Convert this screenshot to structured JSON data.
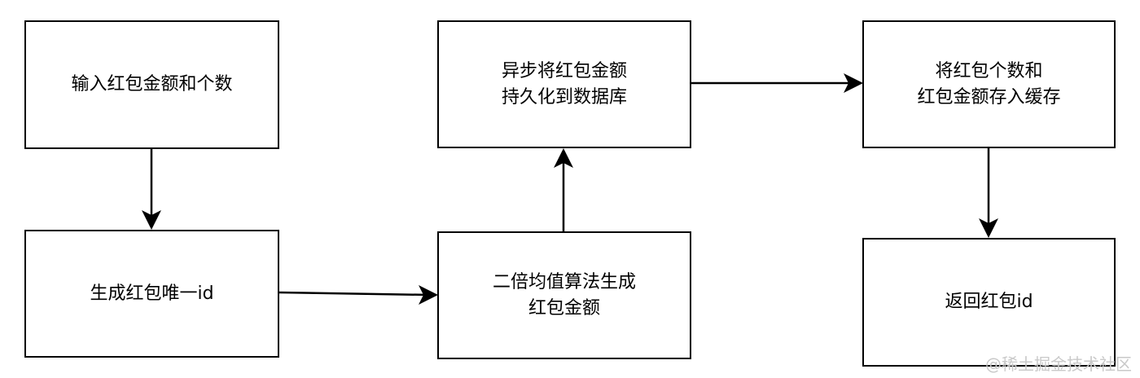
{
  "diagram": {
    "nodes": {
      "input": {
        "lines": [
          "输入红包金额和个数"
        ]
      },
      "genid": {
        "lines": [
          "生成红包唯一id"
        ]
      },
      "calc": {
        "lines": [
          "二倍均值算法生成",
          "红包金额"
        ]
      },
      "persist": {
        "lines": [
          "异步将红包金额",
          "持久化到数据库"
        ]
      },
      "cache": {
        "lines": [
          "将红包个数和",
          "红包金额存入缓存"
        ]
      },
      "ret": {
        "lines": [
          "返回红包id"
        ]
      }
    },
    "edges": [
      {
        "from": "input",
        "to": "genid"
      },
      {
        "from": "genid",
        "to": "calc"
      },
      {
        "from": "calc",
        "to": "persist"
      },
      {
        "from": "persist",
        "to": "cache"
      },
      {
        "from": "cache",
        "to": "ret"
      }
    ]
  },
  "watermark": "@稀土掘金技术社区",
  "colors": {
    "stroke": "#000000",
    "watermark": "#c9c9c9"
  }
}
